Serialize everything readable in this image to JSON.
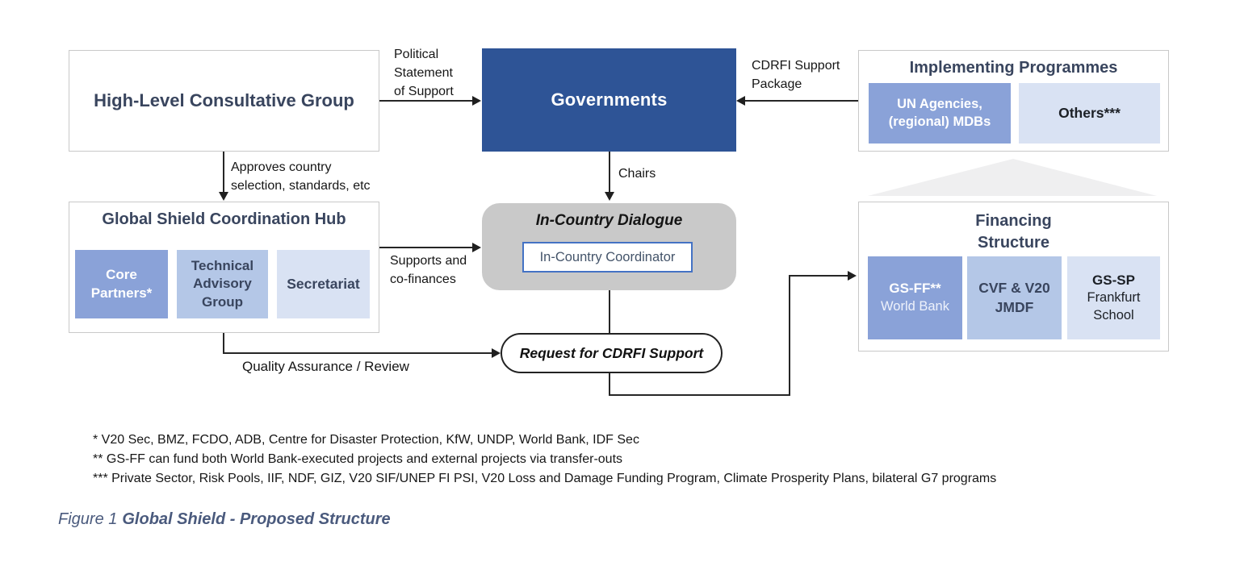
{
  "palette": {
    "dark_blue": "#2e5496",
    "medium_blue": "#8aa2d8",
    "light_blue": "#b4c7e7",
    "pale_blue": "#d9e2f3",
    "navy_text": "#39455e",
    "dialogue_gray": "#c9c9c9",
    "line_color": "#262626",
    "caption_color": "#4a5a7d"
  },
  "nodes": {
    "hlcg": {
      "title": "High-Level Consultative Group"
    },
    "governments": {
      "title": "Governments"
    },
    "implementing": {
      "title": "Implementing Programmes",
      "un_agencies": "UN Agencies,\n(regional) MDBs",
      "others": "Others***"
    },
    "hub": {
      "title": "Global Shield Coordination Hub",
      "core_partners": "Core\nPartners*",
      "technical_advisory": "Technical\nAdvisory\nGroup",
      "secretariat": "Secretariat"
    },
    "dialogue": {
      "title": "In-Country Dialogue",
      "coordinator": "In-Country Coordinator"
    },
    "request": {
      "title": "Request for CDRFI Support"
    },
    "financing": {
      "title": "Financing\nStructure",
      "gsff_line1": "GS-FF**",
      "gsff_line2": "World Bank",
      "cvf_jmdf": "CVF & V20\nJMDF",
      "gssp_line1": "GS-SP",
      "gssp_line2": "Frankfurt\nSchool"
    }
  },
  "edges": {
    "political": "Political\nStatement\nof Support",
    "package": "CDRFI Support\nPackage",
    "approves": "Approves country\nselection, standards, etc",
    "chairs": "Chairs",
    "supports": "Supports and\nco-finances",
    "quality": "Quality Assurance / Review"
  },
  "footnotes": [
    "* V20 Sec, BMZ, FCDO, ADB, Centre for Disaster Protection, KfW, UNDP, World Bank, IDF Sec",
    "** GS-FF can fund both World Bank-executed projects and external projects via transfer-outs",
    "*** Private Sector, Risk Pools, IIF, NDF, GIZ, V20 SIF/UNEP FI PSI, V20 Loss and Damage Funding Program, Climate Prosperity Plans, bilateral G7 programs"
  ],
  "caption": {
    "prefix": "Figure 1",
    "title": "Global Shield - Proposed Structure"
  }
}
